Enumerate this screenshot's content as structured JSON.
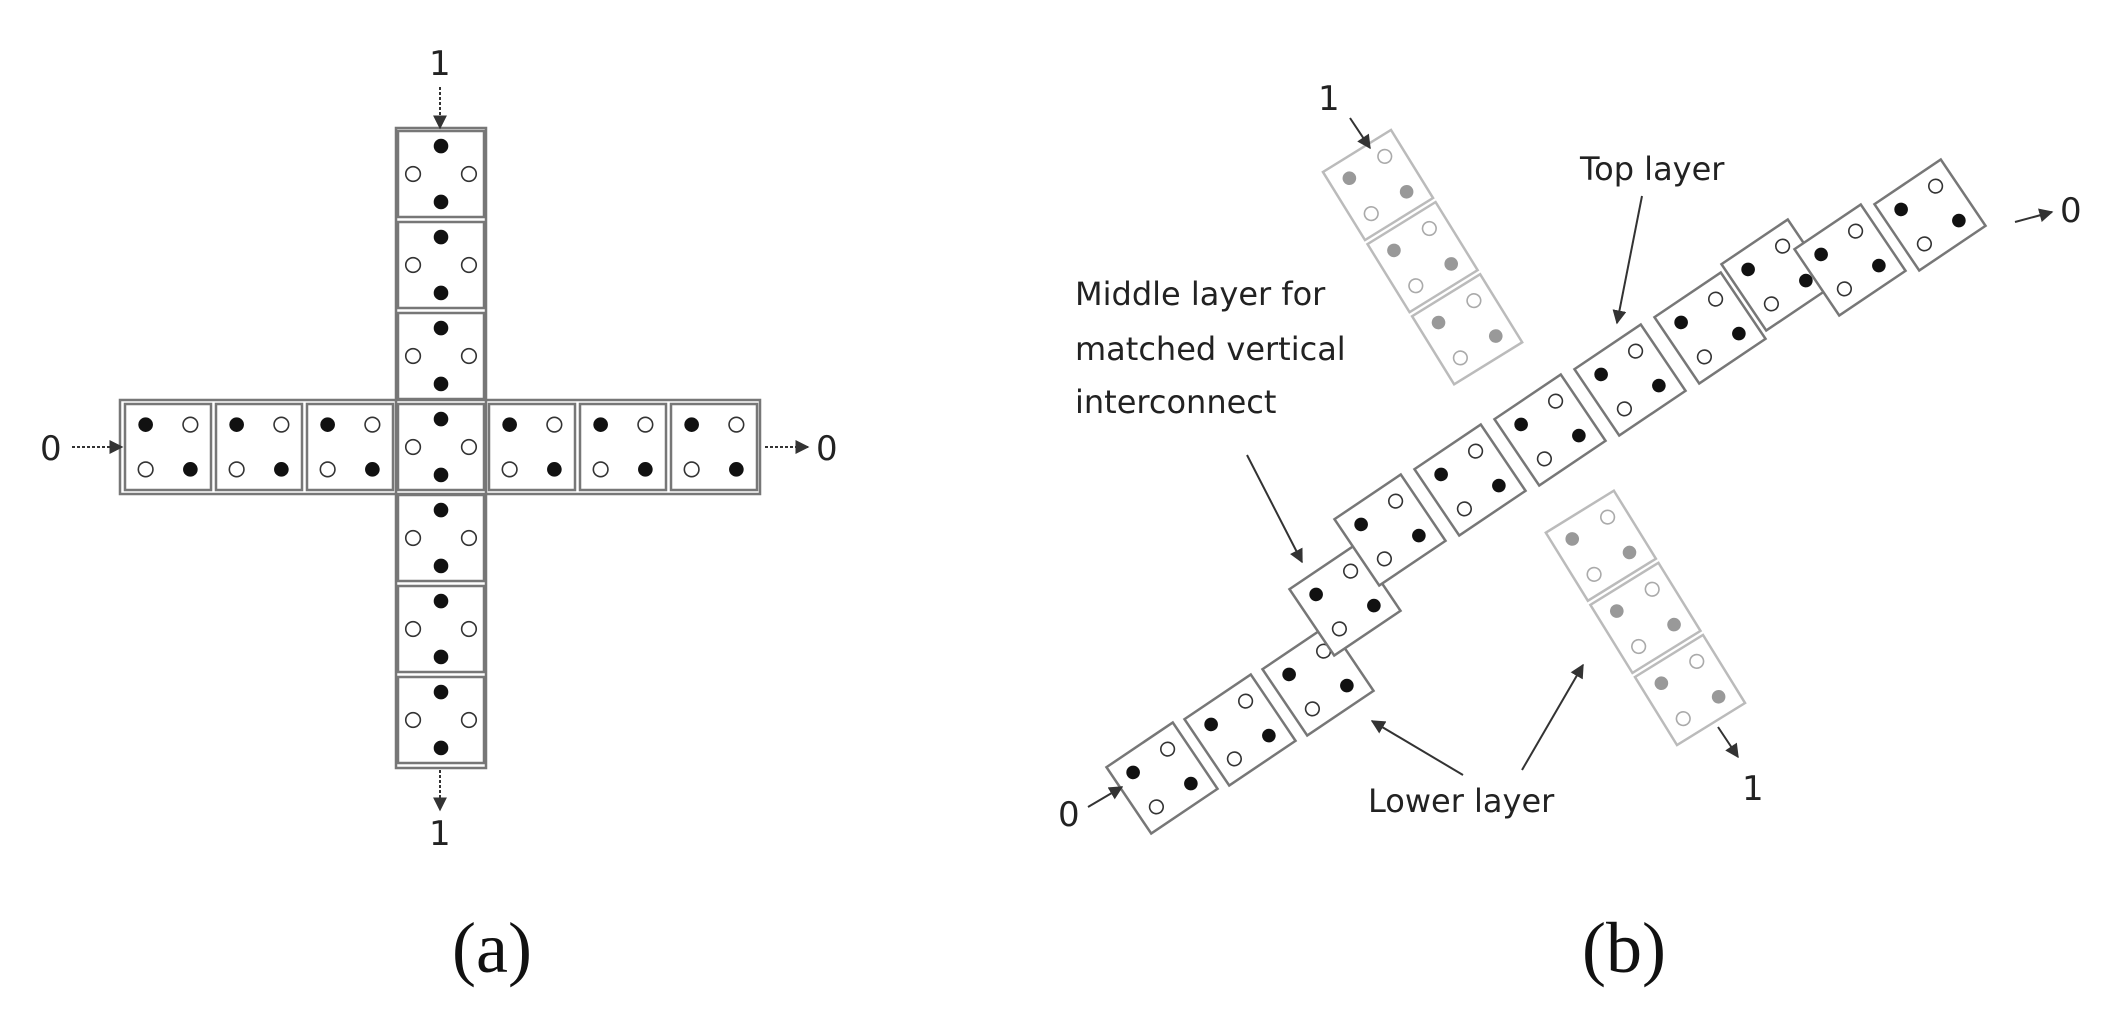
{
  "figure": {
    "panel_a": {
      "caption": "(a)",
      "horizontal_input": "0",
      "horizontal_output": "0",
      "vertical_input": "1",
      "vertical_output": "1"
    },
    "panel_b": {
      "caption": "(b)",
      "input_top": "1",
      "output_right": "0",
      "input_bottom_left": "0",
      "output_bottom": "1",
      "label_top_layer": "Top layer",
      "label_middle_layer_line1": "Middle layer for",
      "label_middle_layer_line2": "matched vertical",
      "label_middle_layer_line3": "interconnect",
      "label_lower_layer": "Lower layer"
    },
    "colors": {
      "cell_border": "#777777",
      "dot_black": "#111111",
      "dot_gray": "#999999",
      "faded_border": "#bbbbbb",
      "arrow": "#333333"
    }
  }
}
